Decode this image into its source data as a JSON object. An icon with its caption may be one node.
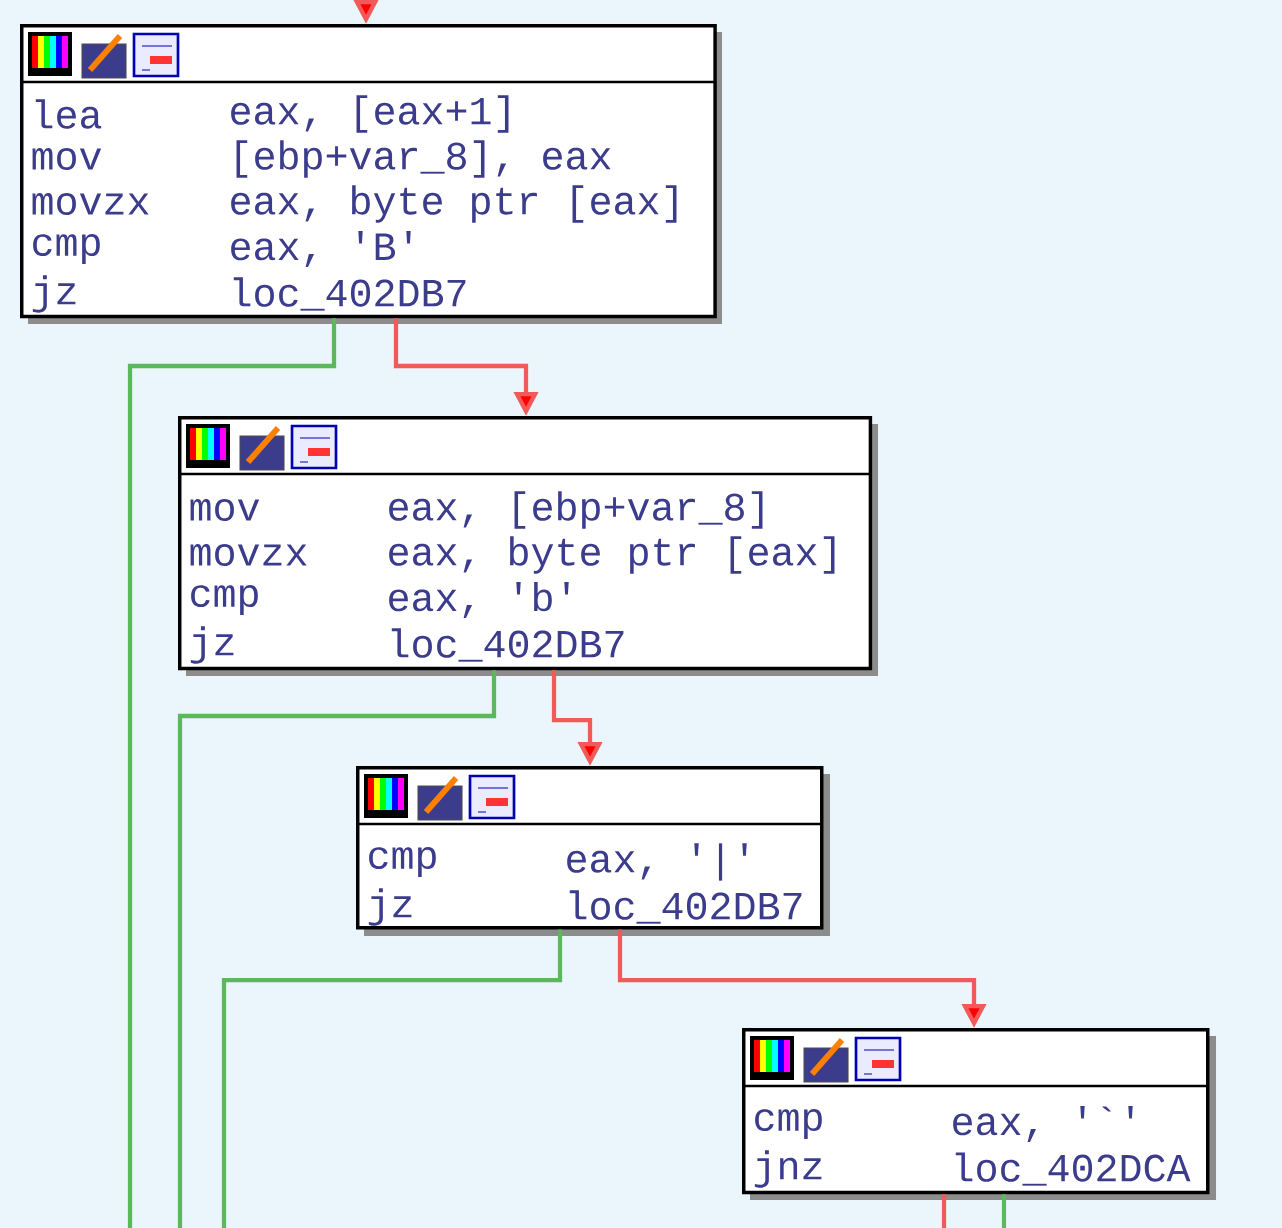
{
  "diagram": {
    "nodes": [
      {
        "text": [
          "lea",
          "eax, [eax+1]",
          "mov",
          "[ebp+var_8], eax",
          "movzx",
          "eax, byte ptr [eax]",
          "cmp",
          "eax, 'B'",
          "jz",
          "loc_402DB7"
        ]
      },
      {
        "text": [
          "mov",
          "eax, [ebp+var_8]",
          "movzx",
          "eax, byte ptr [eax]",
          "cmp",
          "eax, 'b'",
          "jz",
          "loc_402DB7"
        ]
      },
      {
        "text": [
          "cmp",
          "eax, '|'",
          "jz",
          "loc_402DB7"
        ]
      },
      {
        "text": [
          "cmp",
          "eax, '`'",
          "jnz",
          "loc_402DCA"
        ]
      }
    ],
    "edges": [
      {
        "from": null,
        "to": 0,
        "arrow": "to"
      },
      {
        "from": 0,
        "to": 1,
        "arrow": "to"
      },
      {
        "from": 0,
        "to": null,
        "arrow": "none",
        "color": "#5cb85c"
      },
      {
        "from": 1,
        "to": 2,
        "arrow": "to"
      },
      {
        "from": 1,
        "to": null,
        "arrow": "none",
        "color": "#5cb85c"
      },
      {
        "from": 2,
        "to": 3,
        "arrow": "to"
      },
      {
        "from": 2,
        "to": null,
        "arrow": "none",
        "color": "#5cb85c"
      },
      {
        "from": 3,
        "to": null,
        "arrow": "none"
      },
      {
        "from": 3,
        "to": null,
        "arrow": "none",
        "color": "#5cb85c"
      }
    ]
  }
}
